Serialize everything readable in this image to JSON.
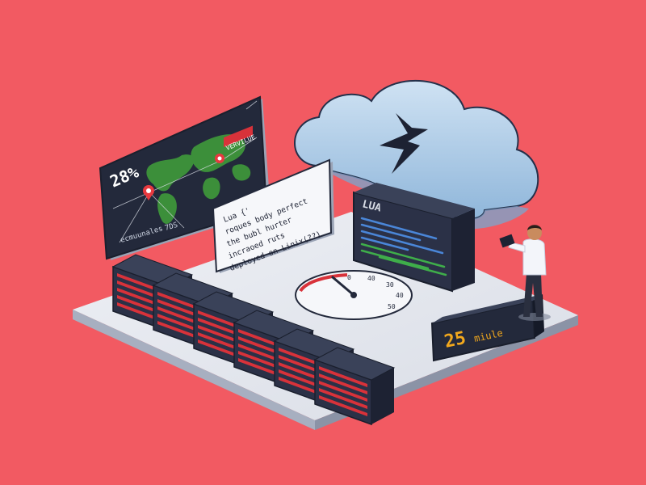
{
  "colors": {
    "background": "#f25a62",
    "platform_top": "#e6e9f0",
    "platform_side": "#9aa3b5",
    "server_body": "#2b3147",
    "server_slot": "#d8323a",
    "cloud": "#a9cbe8",
    "crack": "#1d2233",
    "map_land": "#3c8f3a",
    "screen_bg": "#23293b",
    "code_blue": "#4a86d8",
    "code_green": "#3fae4a",
    "display_digits": "#f2a81d",
    "marker": "#e8393f"
  },
  "icons": {
    "cloud": "cloud-icon",
    "crack": "lightning-crack-icon",
    "pin": "map-pin-icon"
  },
  "map_panel": {
    "percent": "28%",
    "pin_label": "VERVILUE",
    "footer_label": "ecmuunales",
    "footer_number": "7DS"
  },
  "note_panel": {
    "lines": [
      "Lua {'",
      "roques body perfect",
      "the bubl hurter",
      "incraoed ruts",
      "deployed on Linix(??)"
    ]
  },
  "code_panel": {
    "title": "LUA"
  },
  "gauge": {
    "ticks": [
      "0",
      "40",
      "30",
      "40",
      "50"
    ]
  },
  "timer_display": {
    "value": "25",
    "unit": "miule"
  }
}
